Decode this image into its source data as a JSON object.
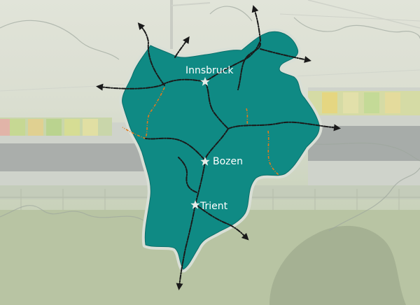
{
  "map": {
    "region_color": "#0f8a84",
    "region_outline_color": "#d9dfd6",
    "rail_color": "#1a1a1a",
    "branch_color": "#e07a1e",
    "cities": [
      {
        "label": "Innsbruck",
        "icon": "star-icon"
      },
      {
        "label": "Bozen",
        "icon": "star-icon"
      },
      {
        "label": "Trient",
        "icon": "star-icon"
      }
    ]
  }
}
